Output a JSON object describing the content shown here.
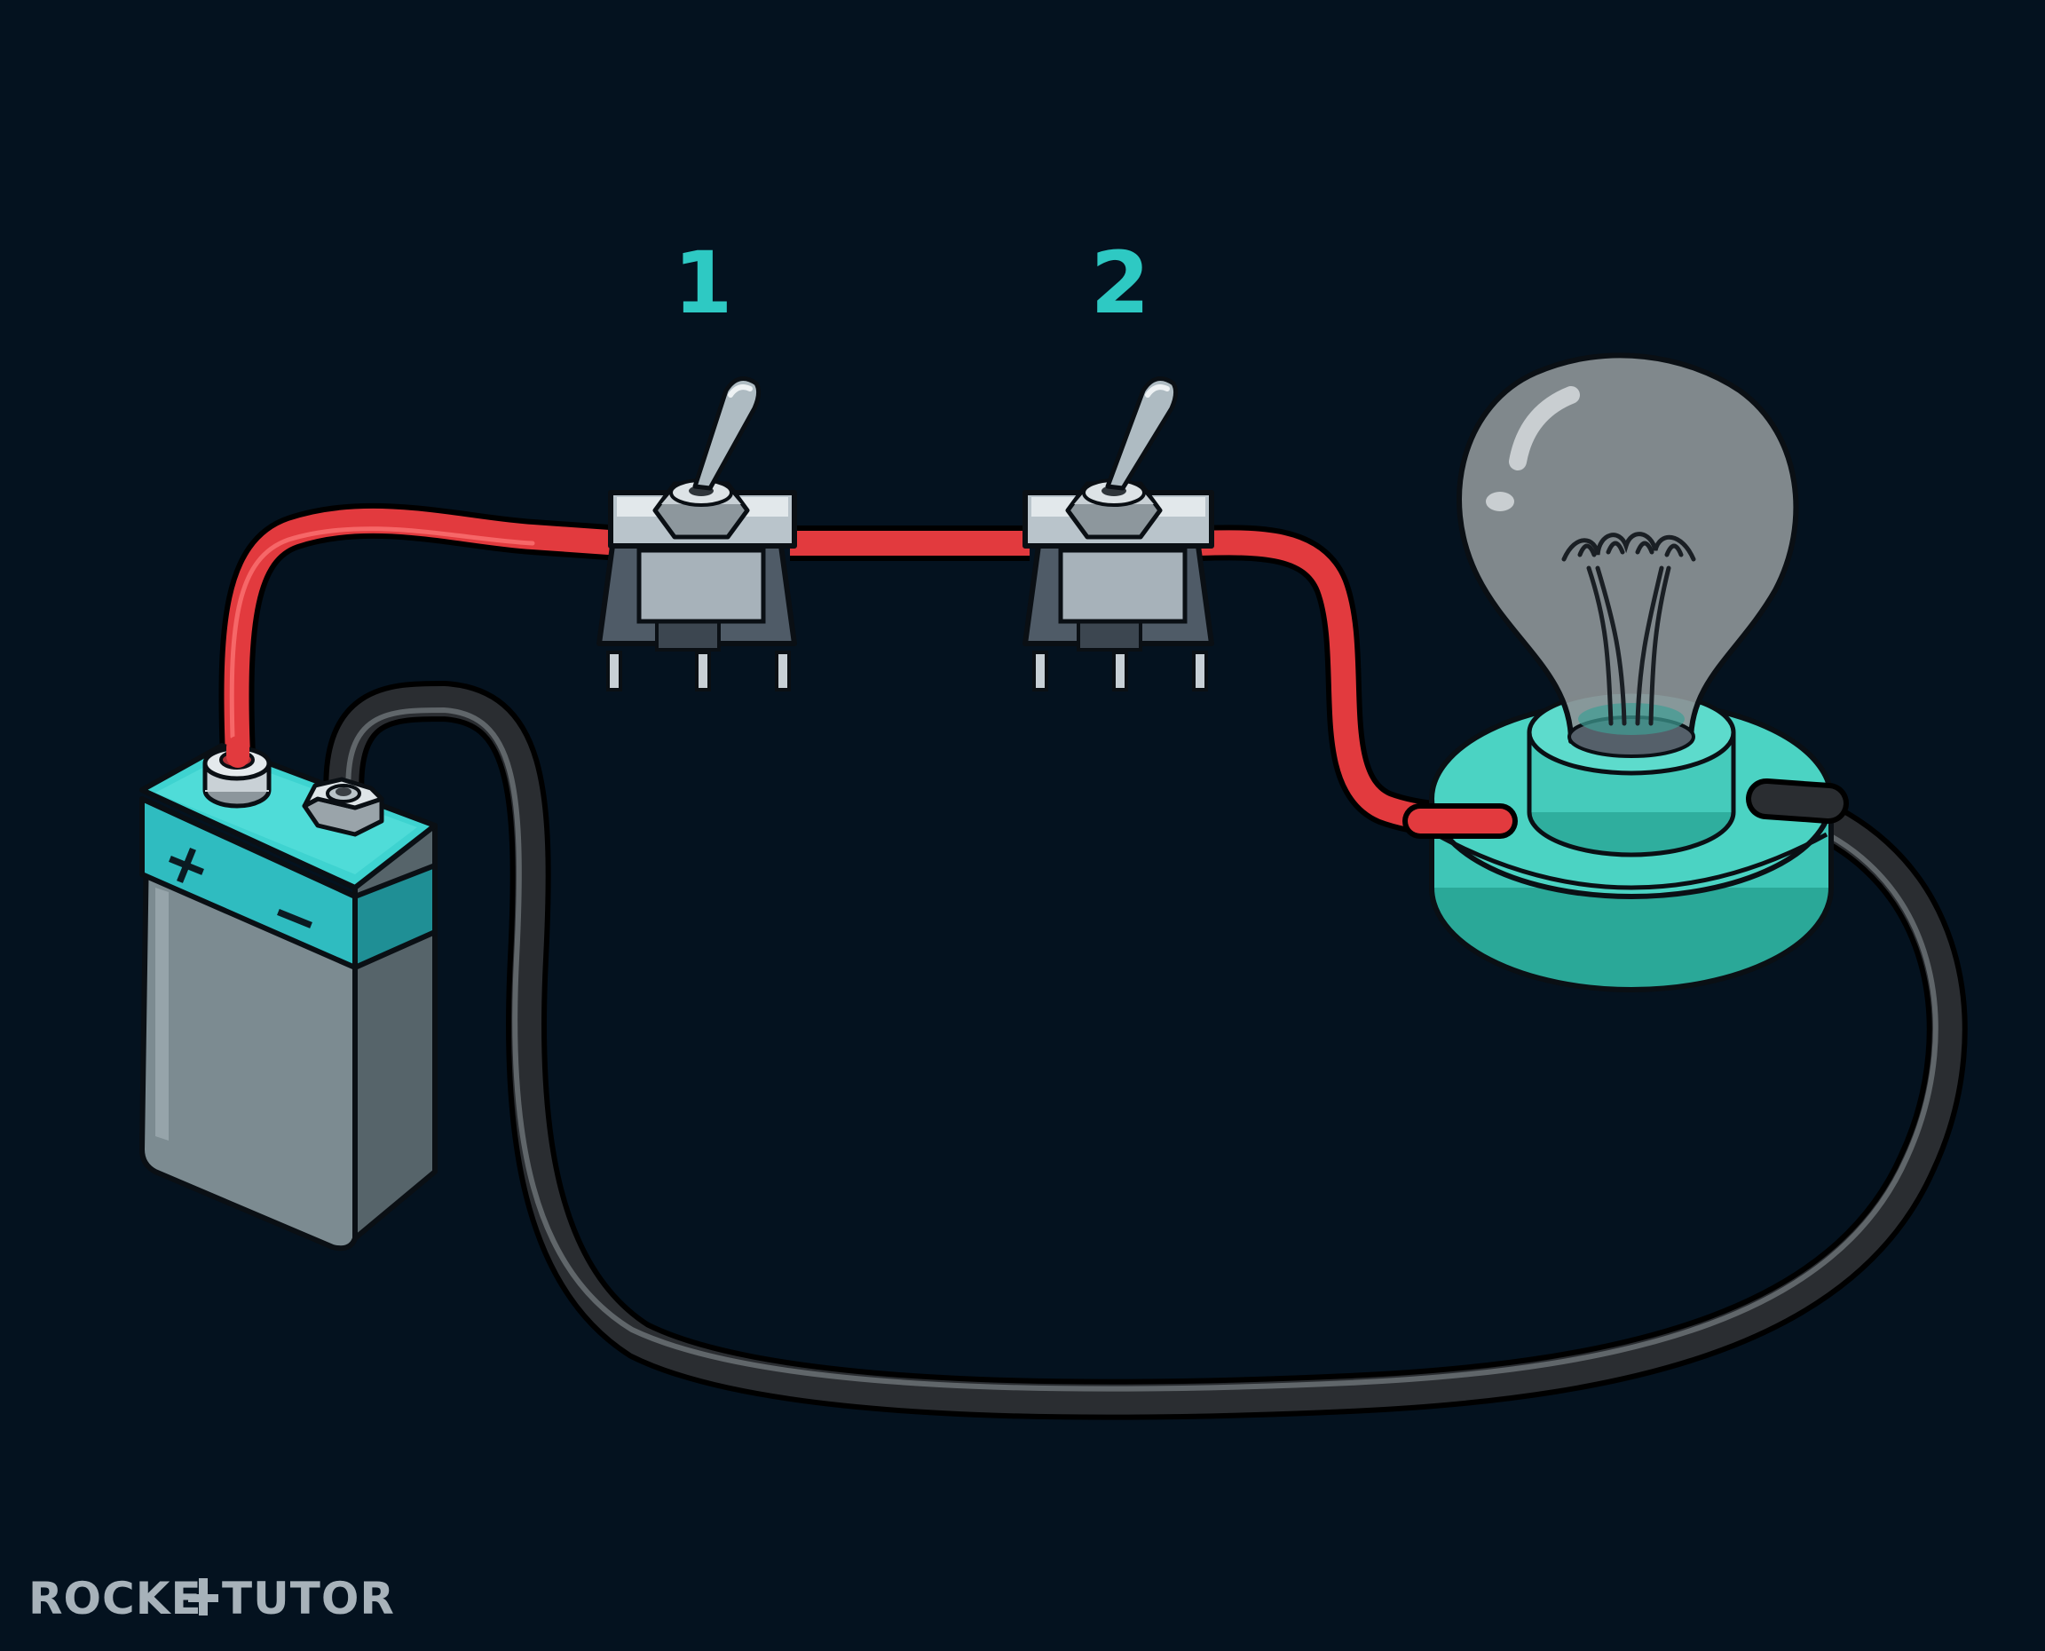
{
  "diagram": {
    "switches": [
      {
        "label": "1"
      },
      {
        "label": "2"
      }
    ],
    "battery": {
      "positive_sign": "+",
      "negative_sign": "−"
    },
    "watermark": {
      "text_left": "ROCKE",
      "text_right": "TUTOR"
    },
    "colors": {
      "background": "#04121f",
      "accent": "#2ec9c3",
      "red_wire": "#e23a3e",
      "black_wire": "#262a2e",
      "battery_body": "#7c8b91",
      "switch_metal": "#c3ccd3",
      "bulb_glass": "#8b9296",
      "lamp_base": "#3fc6b7"
    }
  }
}
